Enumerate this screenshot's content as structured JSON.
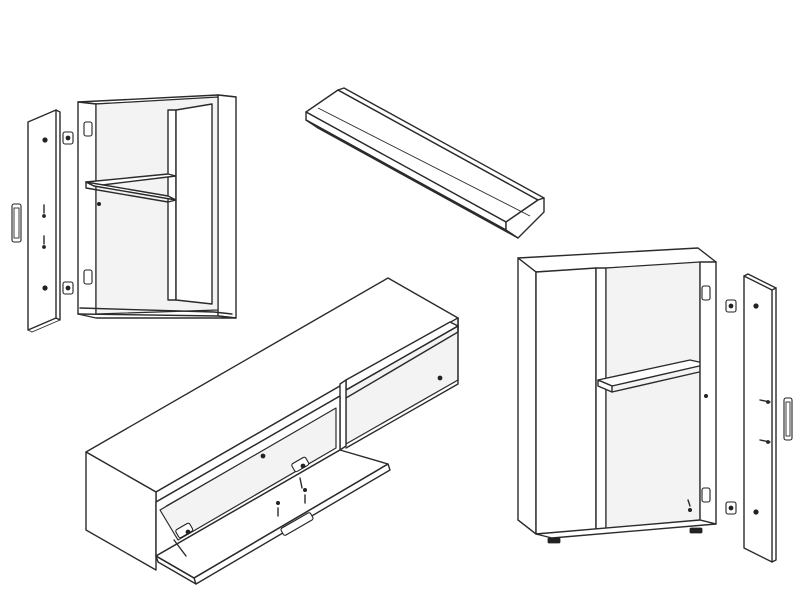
{
  "diagram": {
    "parts": [
      {
        "id": "wall-cabinet-small",
        "kind": "cabinet-with-door"
      },
      {
        "id": "wall-shelf",
        "kind": "shelf"
      },
      {
        "id": "tv-lowboard",
        "kind": "lowboard-with-flap"
      },
      {
        "id": "wall-cabinet-large",
        "kind": "cabinet-with-door"
      }
    ],
    "colors": {
      "line": "#2b2b2b",
      "fill": "#ffffff",
      "background": "#ffffff"
    }
  }
}
